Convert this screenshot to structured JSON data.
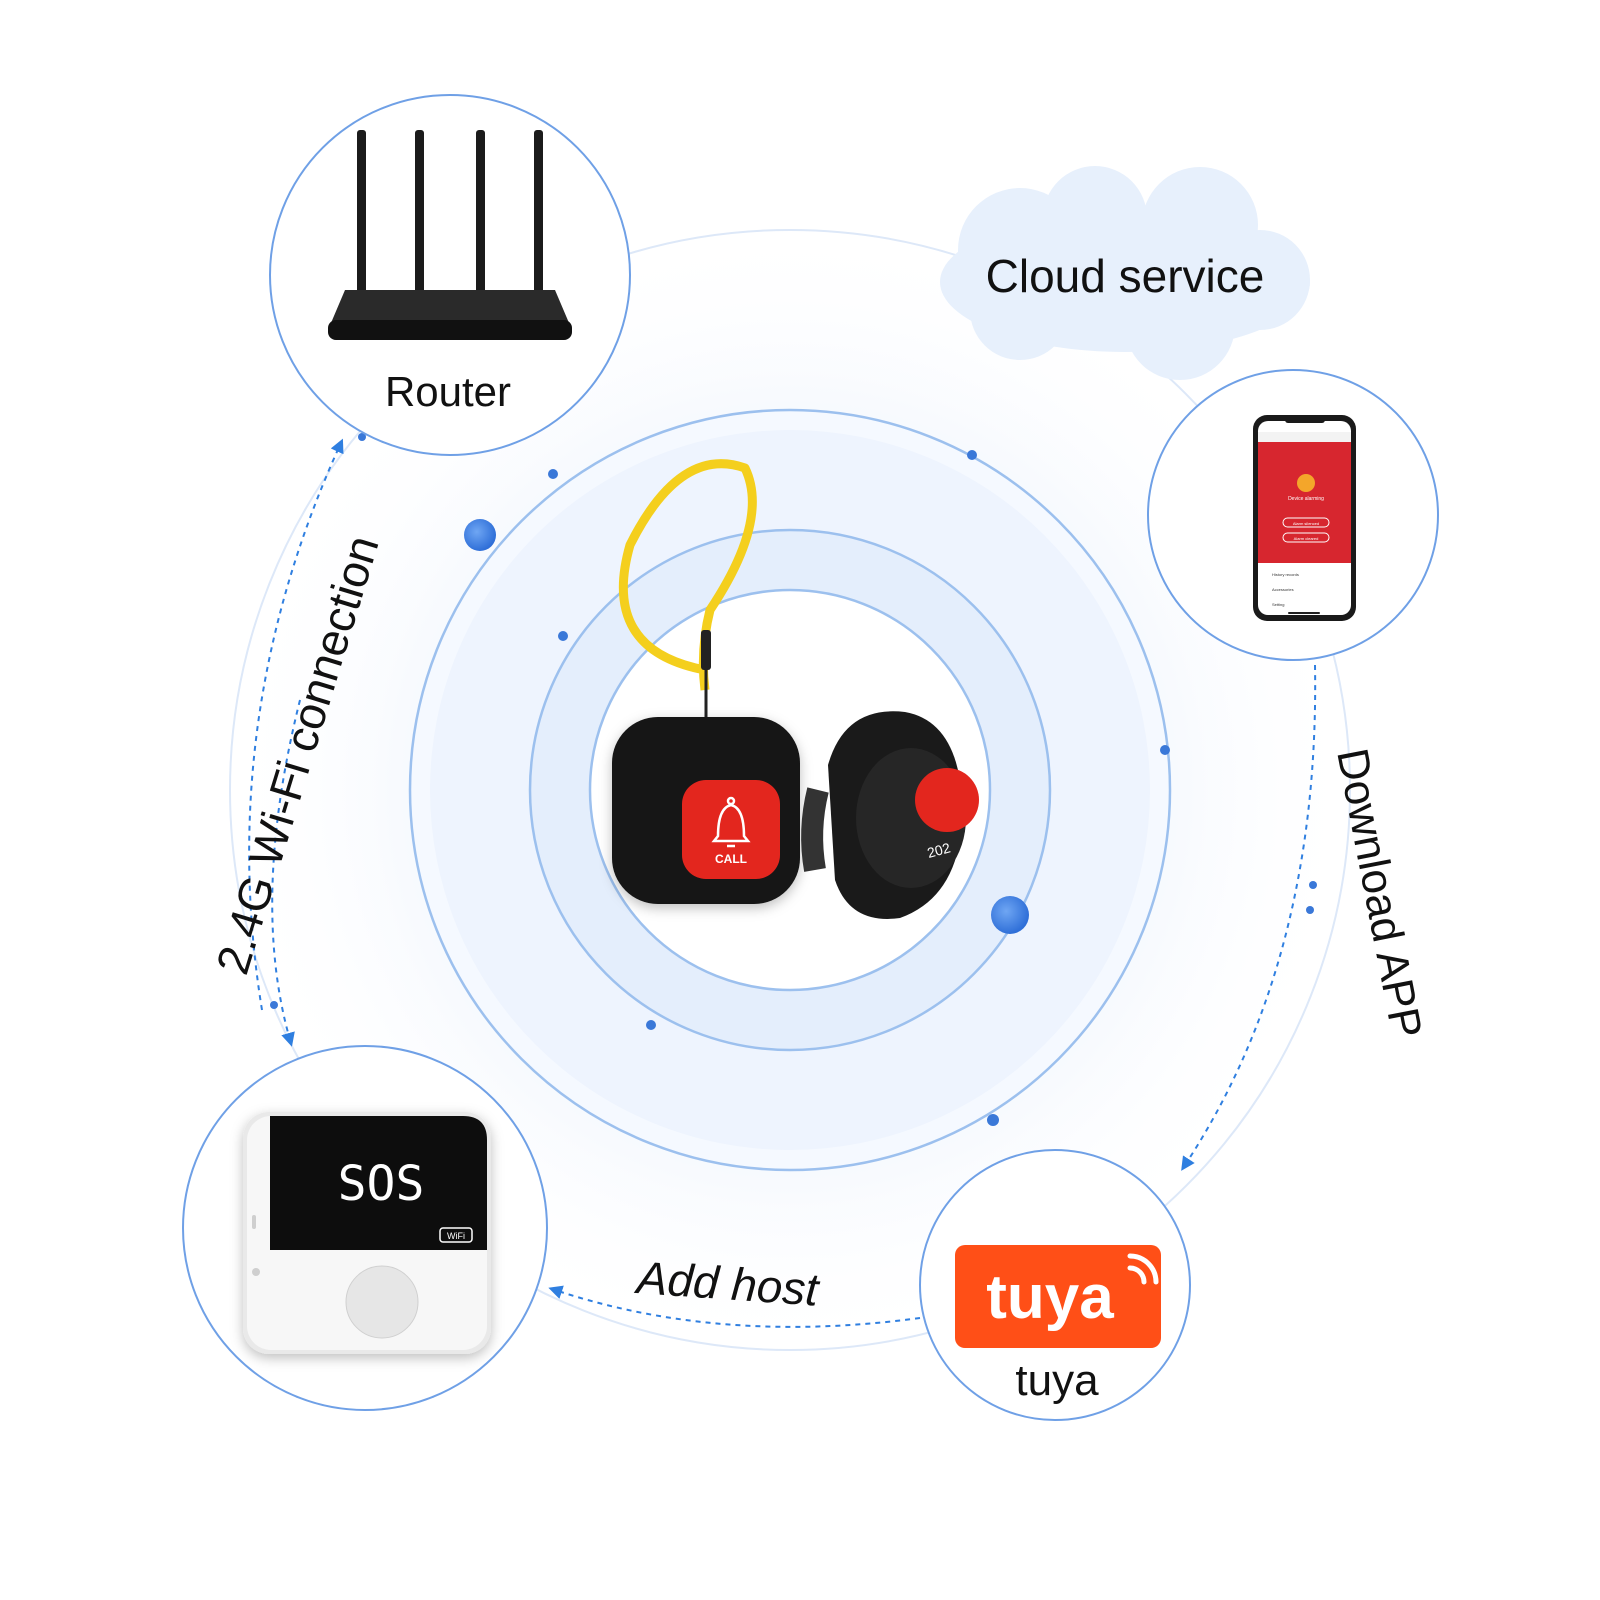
{
  "labels": {
    "router": "Router",
    "cloud": "Cloud service",
    "tuya": "tuya",
    "tuya_logo": "tuya",
    "add_host": "Add host",
    "download_app": "Download APP",
    "wifi_connection": "2.4G Wi-Fi connection"
  },
  "devices": {
    "call_button_text": "CALL",
    "wristband_number": "202",
    "host_display": "SOS",
    "host_badge": "WiFi",
    "phone_screen": {
      "status": "Device alarming",
      "button_1": "Alarm silenced",
      "button_2": "Alarm cleared",
      "list_1": "History records",
      "list_2": "Accessories",
      "list_3": "Setting"
    }
  },
  "colors": {
    "ring_blue": "#a9c8f0",
    "arrow_blue": "#2f7fe0",
    "tuya_orange": "#ff4f17",
    "alarm_red": "#e3261e",
    "cloud_fill": "#e7f0fc",
    "lanyard_yellow": "#f4cf1d"
  },
  "icons": [
    "router-icon",
    "cloud-icon",
    "phone-icon",
    "tuya-logo-icon",
    "host-device-icon",
    "call-button-icon",
    "wristband-icon",
    "bell-icon"
  ]
}
